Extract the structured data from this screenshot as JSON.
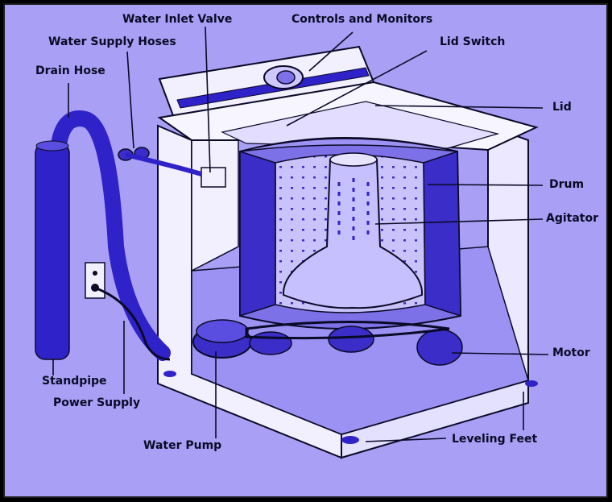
{
  "colors": {
    "background": "#a9a0f6",
    "cabinet": "#f2efff",
    "shade": "#7d71e8",
    "deep": "#2f22c9",
    "line": "#0a0a26"
  },
  "labels": {
    "water_inlet_valve": "Water Inlet Valve",
    "controls_and_monitors": "Controls and Monitors",
    "water_supply_hoses": "Water Supply Hoses",
    "lid_switch": "Lid Switch",
    "drain_hose": "Drain Hose",
    "lid": "Lid",
    "drum": "Drum",
    "agitator": "Agitator",
    "motor": "Motor",
    "standpipe": "Standpipe",
    "power_supply": "Power Supply",
    "water_pump": "Water Pump",
    "leveling_feet": "Leveling Feet"
  }
}
